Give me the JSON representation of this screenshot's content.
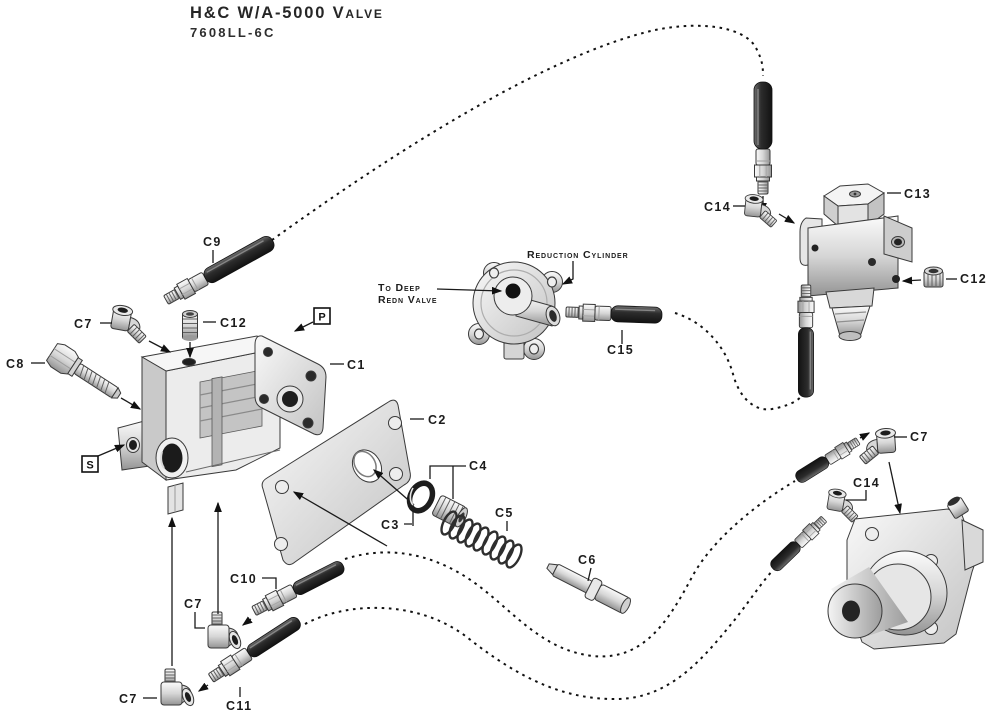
{
  "title": {
    "main": "H&C W/A-5000 Valve",
    "part_number": "7608LL-6C"
  },
  "labels": {
    "c1": "C1",
    "c2": "C2",
    "c3": "C3",
    "c4": "C4",
    "c5": "C5",
    "c6": "C6",
    "c7": "C7",
    "c8": "C8",
    "c9": "C9",
    "c10": "C10",
    "c11": "C11",
    "c12": "C12",
    "c13": "C13",
    "c14": "C14",
    "c15": "C15"
  },
  "ports": {
    "p": "P",
    "s": "S"
  },
  "annotations": {
    "reduction_cylinder": "Reduction Cylinder",
    "to_deep_1": "To Deep",
    "to_deep_2": "Redn Valve"
  },
  "colors": {
    "background": "#ffffff",
    "dotted_line": "#111111",
    "leader_line": "#1a1a1a",
    "hose_dark": "#262626",
    "metal_light": "#fafafa",
    "metal_shadow": "#8e8e8e",
    "text": "#1c1c1c"
  }
}
